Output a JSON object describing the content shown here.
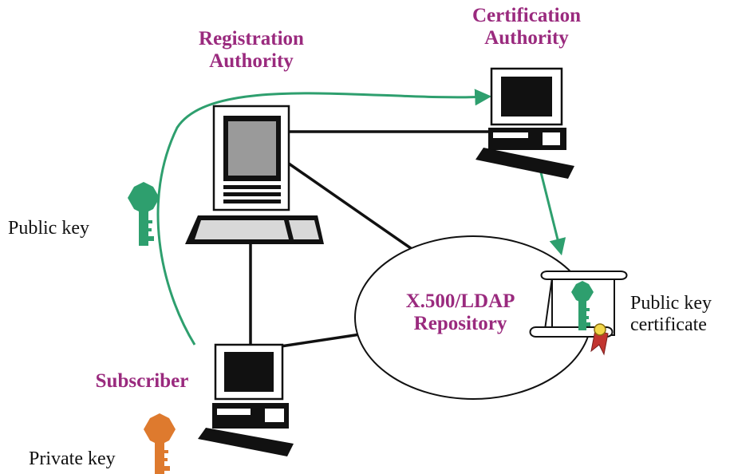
{
  "nodes": {
    "registration_authority": {
      "line1": "Registration",
      "line2": "Authority"
    },
    "certification_authority": {
      "line1": "Certification",
      "line2": "Authority"
    },
    "repository": {
      "line1": "X.500/LDAP",
      "line2": "Repository"
    },
    "subscriber": {
      "label": "Subscriber"
    }
  },
  "keys": {
    "public_key": {
      "label": "Public key"
    },
    "private_key": {
      "label": "Private key"
    },
    "public_key_certificate": {
      "line1": "Public key",
      "line2": "certificate"
    }
  },
  "colors": {
    "entity_label": "#9a2a7e",
    "public_key": "#2e9f6e",
    "private_key": "#de7a2e",
    "flow_arrow": "#2e9f6e",
    "link_line": "#111111"
  }
}
